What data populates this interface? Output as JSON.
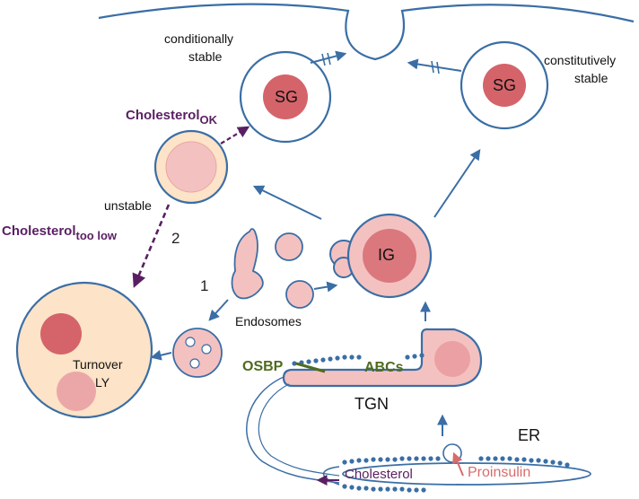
{
  "labels": {
    "conditionally_stable_1": "conditionally",
    "conditionally_stable_2": "stable",
    "constitutively_stable_1": "constitutively",
    "constitutively_stable_2": "stable",
    "sg_left": "SG",
    "sg_right": "SG",
    "ig": "IG",
    "cholesterol_ok_main": "Cholesterol",
    "cholesterol_ok_sub": "OK",
    "unstable": "unstable",
    "cholesterol_low_main": "Cholesterol",
    "cholesterol_low_sub": "too low",
    "path_2": "2",
    "path_1": "1",
    "endosomes": "Endosomes",
    "turnover": "Turnover",
    "ly": "LY",
    "osbp": "OSBP",
    "abcs": "ABCs",
    "tgn": "TGN",
    "er": "ER",
    "cholesterol_er": "Cholesterol",
    "proinsulin": "Proinsulin"
  },
  "colors": {
    "membrane": "#3a6ea5",
    "granule_core": "#d4646a",
    "granule_fill": "#f4c1c1",
    "lysosome_fill": "#fde3c7",
    "osbp_green": "#4f6b1f",
    "cholesterol_purple": "#5a1f63",
    "proinsulin_pink": "#d86b6b",
    "arrow": "#3a6ea5"
  }
}
